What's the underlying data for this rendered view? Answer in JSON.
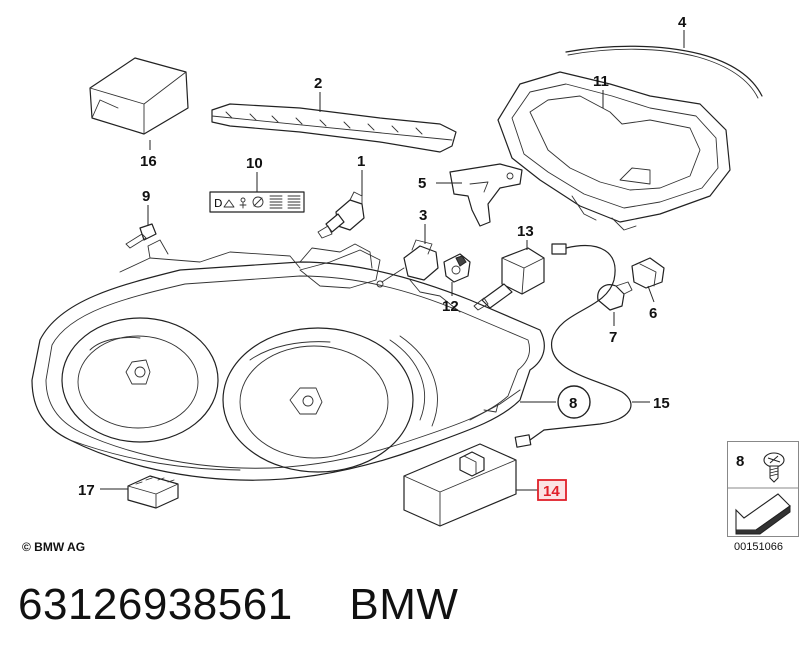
{
  "callouts": {
    "c1": "1",
    "c2": "2",
    "c3": "3",
    "c4": "4",
    "c5": "5",
    "c6": "6",
    "c7": "7",
    "c8": "8",
    "c9": "9",
    "c10": "10",
    "c11": "11",
    "c12": "12",
    "c13": "13",
    "c14": "14",
    "c15": "15",
    "c16": "16",
    "c17": "17",
    "inset8": "8"
  },
  "copyright": "© BMW AG",
  "doc_id": "00151066",
  "part_number": "63126938561",
  "brand": "BMW",
  "colors": {
    "highlight": "#e0202a",
    "highlight_fill": "#fbe3e4"
  }
}
